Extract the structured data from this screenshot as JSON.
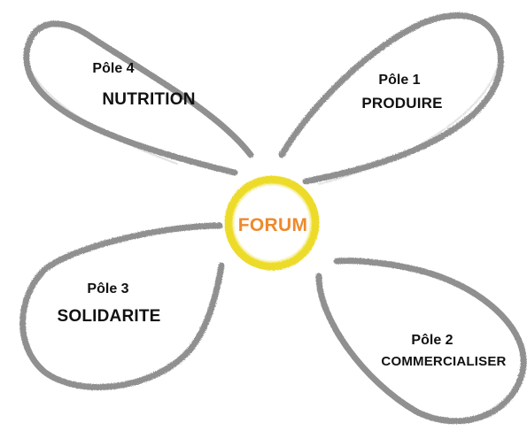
{
  "center": {
    "label": "FORUM",
    "ring_color": "#ecd91e",
    "text_color": "#ee8a2c"
  },
  "petal_color": "#8a8a8a",
  "petals": [
    {
      "pole": "Pôle 1",
      "name": "PRODUIRE"
    },
    {
      "pole": "Pôle 2",
      "name": "COMMERCIALISER"
    },
    {
      "pole": "Pôle 3",
      "name": "SOLIDARITE"
    },
    {
      "pole": "Pôle 4",
      "name": "NUTRITION"
    }
  ]
}
